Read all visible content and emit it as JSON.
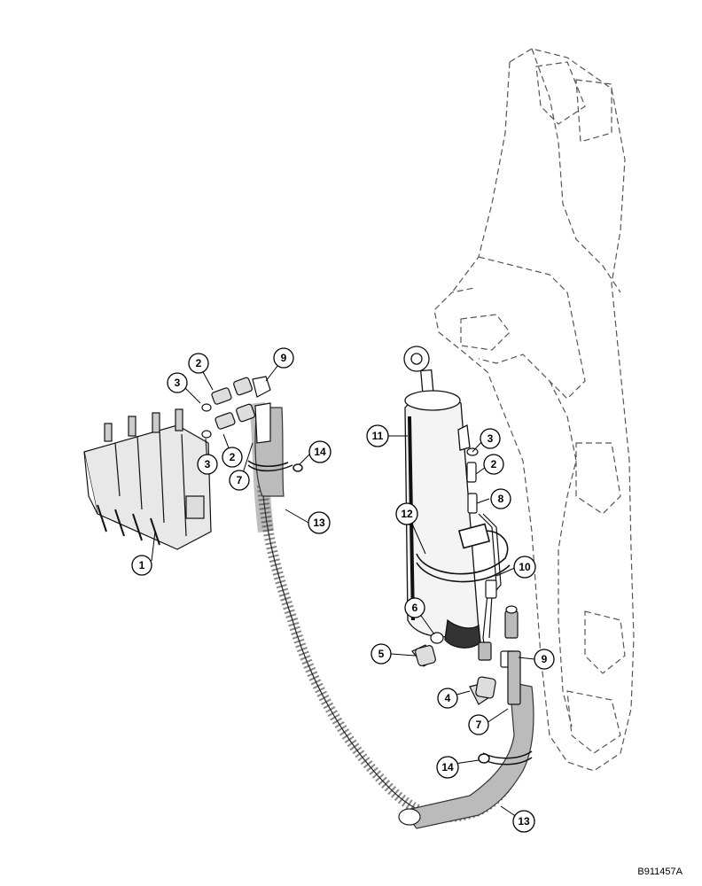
{
  "figure_code": "B911457A",
  "callouts": [
    {
      "id": "c1",
      "number": "1"
    },
    {
      "id": "c2a",
      "number": "2"
    },
    {
      "id": "c2b",
      "number": "2"
    },
    {
      "id": "c2c",
      "number": "2"
    },
    {
      "id": "c3a",
      "number": "3"
    },
    {
      "id": "c3b",
      "number": "3"
    },
    {
      "id": "c3c",
      "number": "3"
    },
    {
      "id": "c4",
      "number": "4"
    },
    {
      "id": "c5",
      "number": "5"
    },
    {
      "id": "c6",
      "number": "6"
    },
    {
      "id": "c7a",
      "number": "7"
    },
    {
      "id": "c7b",
      "number": "7"
    },
    {
      "id": "c8",
      "number": "8"
    },
    {
      "id": "c9a",
      "number": "9"
    },
    {
      "id": "c9b",
      "number": "9"
    },
    {
      "id": "c10",
      "number": "10"
    },
    {
      "id": "c11",
      "number": "11"
    },
    {
      "id": "c12",
      "number": "12"
    },
    {
      "id": "c13a",
      "number": "13"
    },
    {
      "id": "c13b",
      "number": "13"
    },
    {
      "id": "c14a",
      "number": "14"
    },
    {
      "id": "c14b",
      "number": "14"
    }
  ]
}
